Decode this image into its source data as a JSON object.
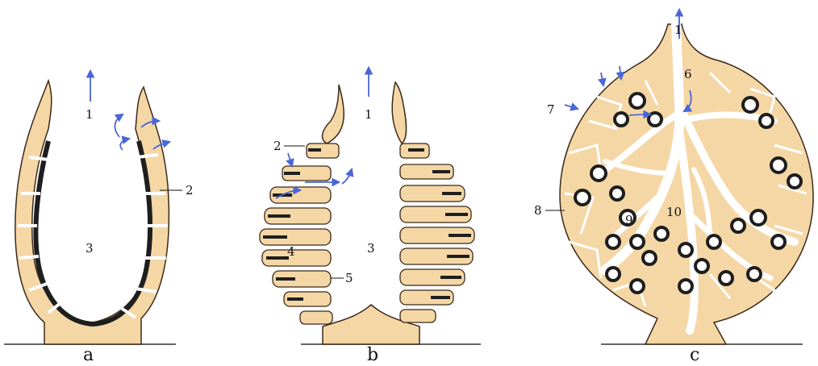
{
  "colors": {
    "tissue": "#f5d7a6",
    "outline": "#3a2a1a",
    "choanoderm": "#1e1e1e",
    "flow_arrow": "#4a66d6",
    "background": "#ffffff"
  },
  "panels": [
    {
      "caption": "a",
      "labels": {
        "osculum": "1",
        "ostium": "2",
        "spongocoel": "3"
      }
    },
    {
      "caption": "b",
      "labels": {
        "osculum": "1",
        "ostium": "2",
        "spongocoel": "3",
        "radial_canal": "4",
        "incurrent_canal": "5"
      }
    },
    {
      "caption": "c",
      "labels": {
        "osculum": "1",
        "excurrent_canal": "6",
        "incurrent_pore": "7",
        "mesohyl": "8",
        "choanocyte_chamber": "9",
        "spongocoel": "10"
      }
    }
  ],
  "icons": [
    "flow-arrow-icon"
  ]
}
